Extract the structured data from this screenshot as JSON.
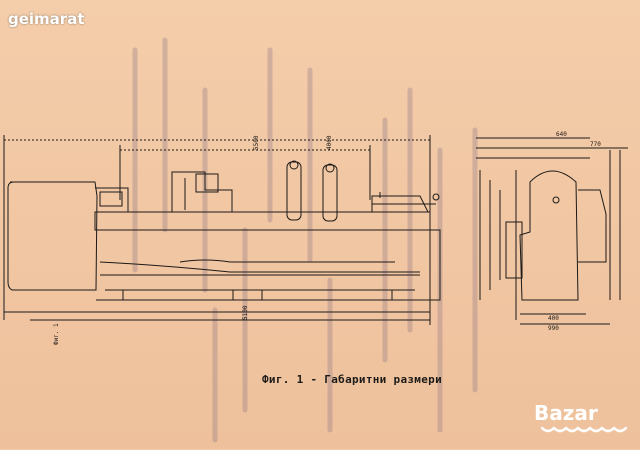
{
  "watermark": "geimarat",
  "caption": "Фиг. 1 - Габаритни размери",
  "logo_text": "Bazar",
  "colors": {
    "paper": "#f2c9a6",
    "ink": "#1c1a18",
    "bleed_through": "#6b5a7a",
    "logo": "#ffffff"
  }
}
